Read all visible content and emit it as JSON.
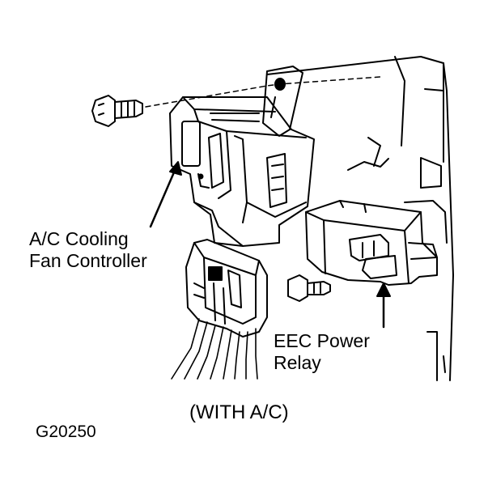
{
  "labels": {
    "fan_controller_line1": "A/C Cooling",
    "fan_controller_line2": "Fan Controller",
    "eec_relay_line1": "EEC Power",
    "eec_relay_line2": "Relay",
    "condition": "(WITH A/C)",
    "figure_code": "G20250"
  },
  "colors": {
    "ink": "#000000",
    "paper": "#ffffff"
  }
}
